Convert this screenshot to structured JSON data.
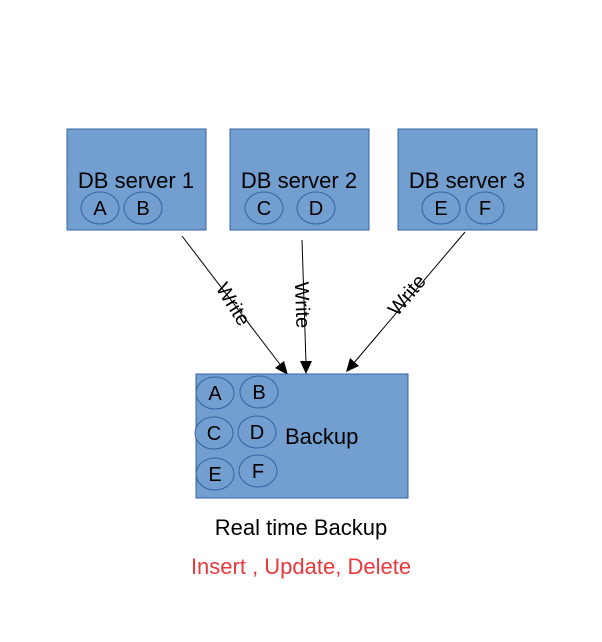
{
  "servers": [
    {
      "label": "DB server 1",
      "nodes": [
        "A",
        "B"
      ]
    },
    {
      "label": "DB server 2",
      "nodes": [
        "C",
        "D"
      ]
    },
    {
      "label": "DB server 3",
      "nodes": [
        "E",
        "F"
      ]
    }
  ],
  "backup": {
    "label": "Backup",
    "nodes": [
      "A",
      "B",
      "C",
      "D",
      "E",
      "F"
    ]
  },
  "edges": [
    {
      "label": "Write"
    },
    {
      "label": "Write"
    },
    {
      "label": "Write"
    }
  ],
  "caption": {
    "title": "Real time Backup",
    "operations": "Insert , Update, Delete"
  },
  "colors": {
    "box_fill": "#729fcf",
    "box_stroke": "#3465a4",
    "operations_text": "#e8393c"
  }
}
